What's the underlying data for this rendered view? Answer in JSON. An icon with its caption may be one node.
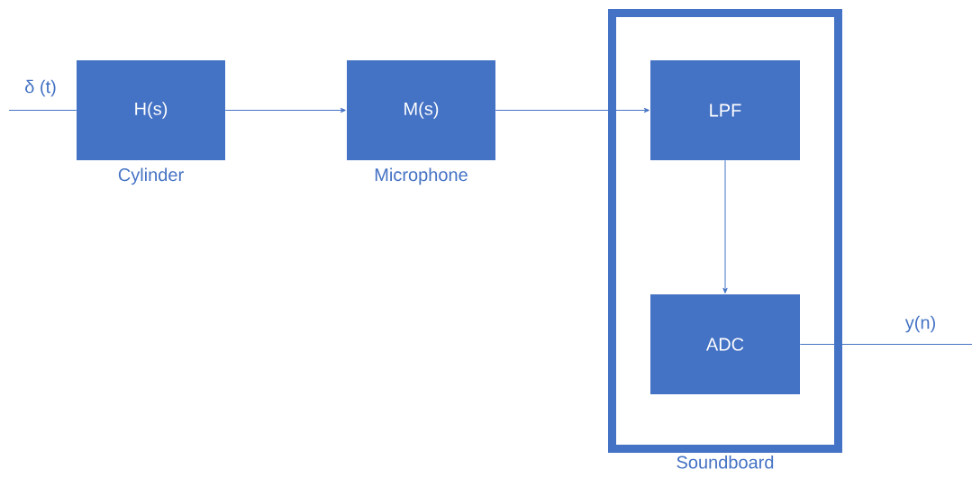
{
  "diagram": {
    "nodes": [
      {
        "text": [
          "H(s)"
        ],
        "beside": [
          "Cylinder"
        ]
      },
      {
        "text": [
          "M(s)"
        ],
        "beside": [
          "Microphone"
        ]
      },
      {
        "text": [
          "Soundboard"
        ]
      },
      {
        "text": [
          "LPF"
        ],
        "in": 2
      },
      {
        "text": [
          "ADC"
        ],
        "in": 2
      }
    ],
    "edges": [
      {
        "from": null,
        "to": 0,
        "arrow": "none",
        "label": "δ (t)"
      },
      {
        "from": 0,
        "to": 1,
        "arrow": "to"
      },
      {
        "from": 1,
        "to": 3,
        "arrow": "to"
      },
      {
        "from": 3,
        "to": 4,
        "arrow": "to"
      },
      {
        "from": 4,
        "to": null,
        "arrow": "none",
        "label": "y(n)"
      }
    ]
  }
}
